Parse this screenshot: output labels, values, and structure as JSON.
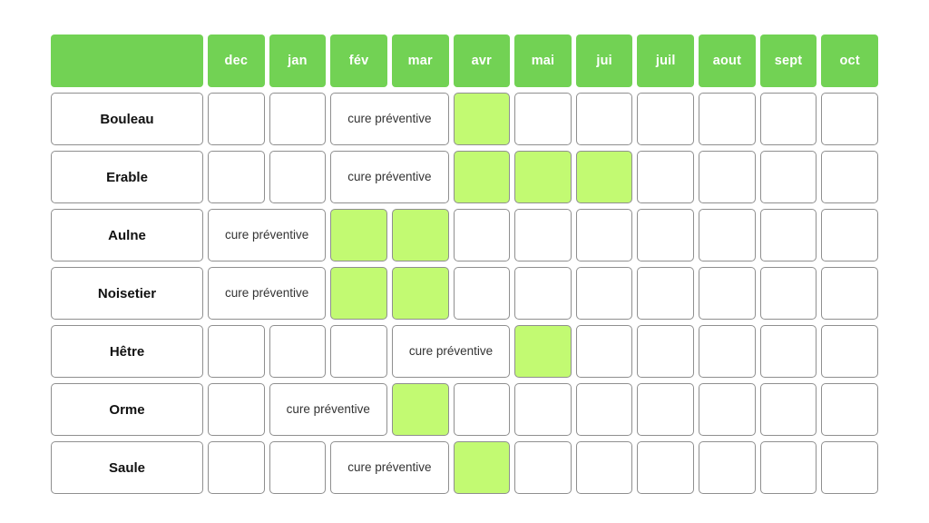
{
  "calendar": {
    "colors": {
      "header_green": "#72d254",
      "cell_green": "#c2fa72",
      "cell_border": "#8f8f8f",
      "note_text": "#333333",
      "species_text": "#111111",
      "background": "#ffffff"
    },
    "corner_header_label": "",
    "months": [
      "dec",
      "jan",
      "fév",
      "mar",
      "avr",
      "mai",
      "jui",
      "juil",
      "aout",
      "sept",
      "oct"
    ],
    "note_label": "cure préventive",
    "rows": [
      {
        "species": "Bouleau",
        "cells": [
          {
            "type": "blank",
            "span": 1,
            "month": "dec"
          },
          {
            "type": "blank",
            "span": 1,
            "month": "jan"
          },
          {
            "type": "note",
            "span": 2,
            "text": "cure préventive",
            "months": "fév-mar"
          },
          {
            "type": "treated",
            "span": 1,
            "month": "avr"
          },
          {
            "type": "blank",
            "span": 1,
            "month": "mai"
          },
          {
            "type": "blank",
            "span": 1,
            "month": "jui"
          },
          {
            "type": "blank",
            "span": 1,
            "month": "juil"
          },
          {
            "type": "blank",
            "span": 1,
            "month": "aout"
          },
          {
            "type": "blank",
            "span": 1,
            "month": "sept"
          },
          {
            "type": "blank",
            "span": 1,
            "month": "oct"
          }
        ]
      },
      {
        "species": "Erable",
        "cells": [
          {
            "type": "blank",
            "span": 1,
            "month": "dec"
          },
          {
            "type": "blank",
            "span": 1,
            "month": "jan"
          },
          {
            "type": "note",
            "span": 2,
            "text": "cure préventive",
            "months": "fév-mar"
          },
          {
            "type": "treated",
            "span": 1,
            "month": "avr"
          },
          {
            "type": "treated",
            "span": 1,
            "month": "mai"
          },
          {
            "type": "treated",
            "span": 1,
            "month": "jui"
          },
          {
            "type": "blank",
            "span": 1,
            "month": "juil"
          },
          {
            "type": "blank",
            "span": 1,
            "month": "aout"
          },
          {
            "type": "blank",
            "span": 1,
            "month": "sept"
          },
          {
            "type": "blank",
            "span": 1,
            "month": "oct"
          }
        ]
      },
      {
        "species": "Aulne",
        "cells": [
          {
            "type": "note",
            "span": 2,
            "text": "cure préventive",
            "months": "dec-jan"
          },
          {
            "type": "treated",
            "span": 1,
            "month": "fév"
          },
          {
            "type": "treated",
            "span": 1,
            "month": "mar"
          },
          {
            "type": "blank",
            "span": 1,
            "month": "avr"
          },
          {
            "type": "blank",
            "span": 1,
            "month": "mai"
          },
          {
            "type": "blank",
            "span": 1,
            "month": "jui"
          },
          {
            "type": "blank",
            "span": 1,
            "month": "juil"
          },
          {
            "type": "blank",
            "span": 1,
            "month": "aout"
          },
          {
            "type": "blank",
            "span": 1,
            "month": "sept"
          },
          {
            "type": "blank",
            "span": 1,
            "month": "oct"
          }
        ]
      },
      {
        "species": "Noisetier",
        "cells": [
          {
            "type": "note",
            "span": 2,
            "text": "cure préventive",
            "months": "dec-jan"
          },
          {
            "type": "treated",
            "span": 1,
            "month": "fév"
          },
          {
            "type": "treated",
            "span": 1,
            "month": "mar"
          },
          {
            "type": "blank",
            "span": 1,
            "month": "avr"
          },
          {
            "type": "blank",
            "span": 1,
            "month": "mai"
          },
          {
            "type": "blank",
            "span": 1,
            "month": "jui"
          },
          {
            "type": "blank",
            "span": 1,
            "month": "juil"
          },
          {
            "type": "blank",
            "span": 1,
            "month": "aout"
          },
          {
            "type": "blank",
            "span": 1,
            "month": "sept"
          },
          {
            "type": "blank",
            "span": 1,
            "month": "oct"
          }
        ]
      },
      {
        "species": "Hêtre",
        "cells": [
          {
            "type": "blank",
            "span": 1,
            "month": "dec"
          },
          {
            "type": "blank",
            "span": 1,
            "month": "jan"
          },
          {
            "type": "blank",
            "span": 1,
            "month": "fév"
          },
          {
            "type": "note",
            "span": 2,
            "text": "cure préventive",
            "months": "mar-avr"
          },
          {
            "type": "treated",
            "span": 1,
            "month": "mai"
          },
          {
            "type": "blank",
            "span": 1,
            "month": "jui"
          },
          {
            "type": "blank",
            "span": 1,
            "month": "juil"
          },
          {
            "type": "blank",
            "span": 1,
            "month": "aout"
          },
          {
            "type": "blank",
            "span": 1,
            "month": "sept"
          },
          {
            "type": "blank",
            "span": 1,
            "month": "oct"
          }
        ]
      },
      {
        "species": "Orme",
        "cells": [
          {
            "type": "blank",
            "span": 1,
            "month": "dec"
          },
          {
            "type": "note",
            "span": 2,
            "text": "cure préventive",
            "months": "jan-fév"
          },
          {
            "type": "treated",
            "span": 1,
            "month": "mar"
          },
          {
            "type": "blank",
            "span": 1,
            "month": "avr"
          },
          {
            "type": "blank",
            "span": 1,
            "month": "mai"
          },
          {
            "type": "blank",
            "span": 1,
            "month": "jui"
          },
          {
            "type": "blank",
            "span": 1,
            "month": "juil"
          },
          {
            "type": "blank",
            "span": 1,
            "month": "aout"
          },
          {
            "type": "blank",
            "span": 1,
            "month": "sept"
          },
          {
            "type": "blank",
            "span": 1,
            "month": "oct"
          }
        ]
      },
      {
        "species": "Saule",
        "cells": [
          {
            "type": "blank",
            "span": 1,
            "month": "dec"
          },
          {
            "type": "blank",
            "span": 1,
            "month": "jan"
          },
          {
            "type": "note",
            "span": 2,
            "text": "cure préventive",
            "months": "fév-mar"
          },
          {
            "type": "treated",
            "span": 1,
            "month": "avr"
          },
          {
            "type": "blank",
            "span": 1,
            "month": "mai"
          },
          {
            "type": "blank",
            "span": 1,
            "month": "jui"
          },
          {
            "type": "blank",
            "span": 1,
            "month": "juil"
          },
          {
            "type": "blank",
            "span": 1,
            "month": "aout"
          },
          {
            "type": "blank",
            "span": 1,
            "month": "sept"
          },
          {
            "type": "blank",
            "span": 1,
            "month": "oct"
          }
        ]
      }
    ]
  }
}
